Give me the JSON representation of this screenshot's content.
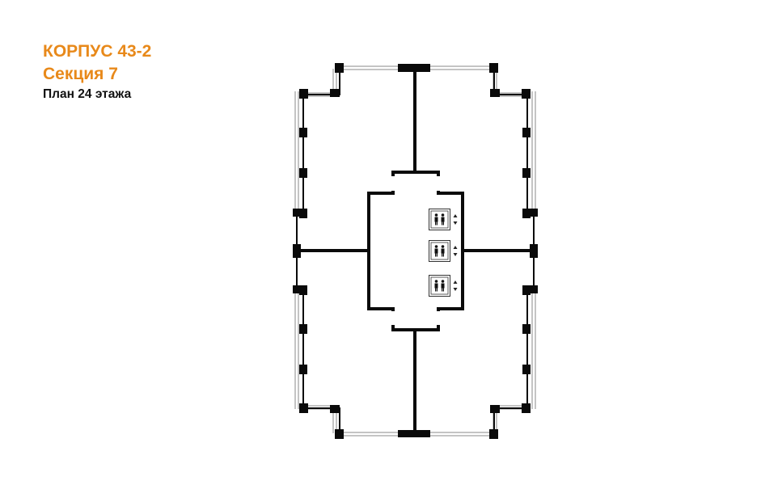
{
  "header": {
    "building": "КОРПУС 43-2",
    "section": "Секция 7",
    "floor": "План 24 этажа"
  },
  "colors": {
    "accent": "#E8891A",
    "wall": "#0A0A0A",
    "glass": "#8A8A8A"
  },
  "plan": {
    "elevators": [
      {
        "icon": "elevator-icon"
      },
      {
        "icon": "elevator-icon"
      },
      {
        "icon": "elevator-icon"
      }
    ]
  }
}
